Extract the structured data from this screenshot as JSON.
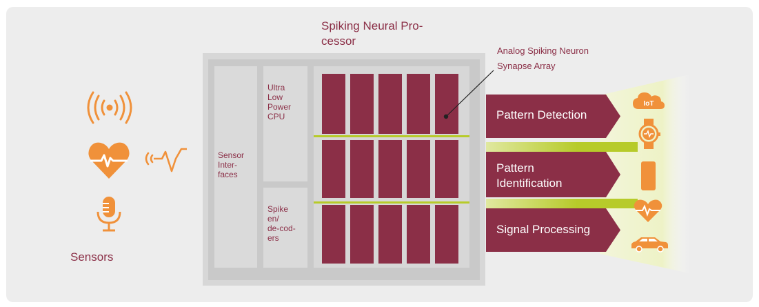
{
  "diagram": {
    "title": "Spiking Neural Pro-\ncessor",
    "callout": "Analog Spiking Neuron\nSynapse Array",
    "sensors_label": "Sensors",
    "blocks": {
      "sensor_interfaces": "Sensor\nInter-\nfaces",
      "cpu": "Ultra\nLow\nPower\nCPU",
      "spike_codec": "Spike\nen/\nde-cod-\ners"
    },
    "outputs": [
      {
        "label": "Pattern Detection"
      },
      {
        "label": "Pattern\nIdentification"
      },
      {
        "label": "Signal Processing"
      }
    ],
    "app_icons": [
      {
        "name": "iot-cloud-icon",
        "text": "IoT"
      },
      {
        "name": "smartwatch-icon"
      },
      {
        "name": "smartphone-icon"
      },
      {
        "name": "heart-rate-icon"
      },
      {
        "name": "car-icon"
      }
    ],
    "sensor_icons": [
      "wireless-signal-icon",
      "heart-rate-icon",
      "radio-pulse-icon",
      "microphone-icon"
    ],
    "colors": {
      "maroon": "#8b2f47",
      "orange": "#f0913a",
      "green": "#b7cb2a",
      "grey": "#d7d7d7"
    }
  }
}
